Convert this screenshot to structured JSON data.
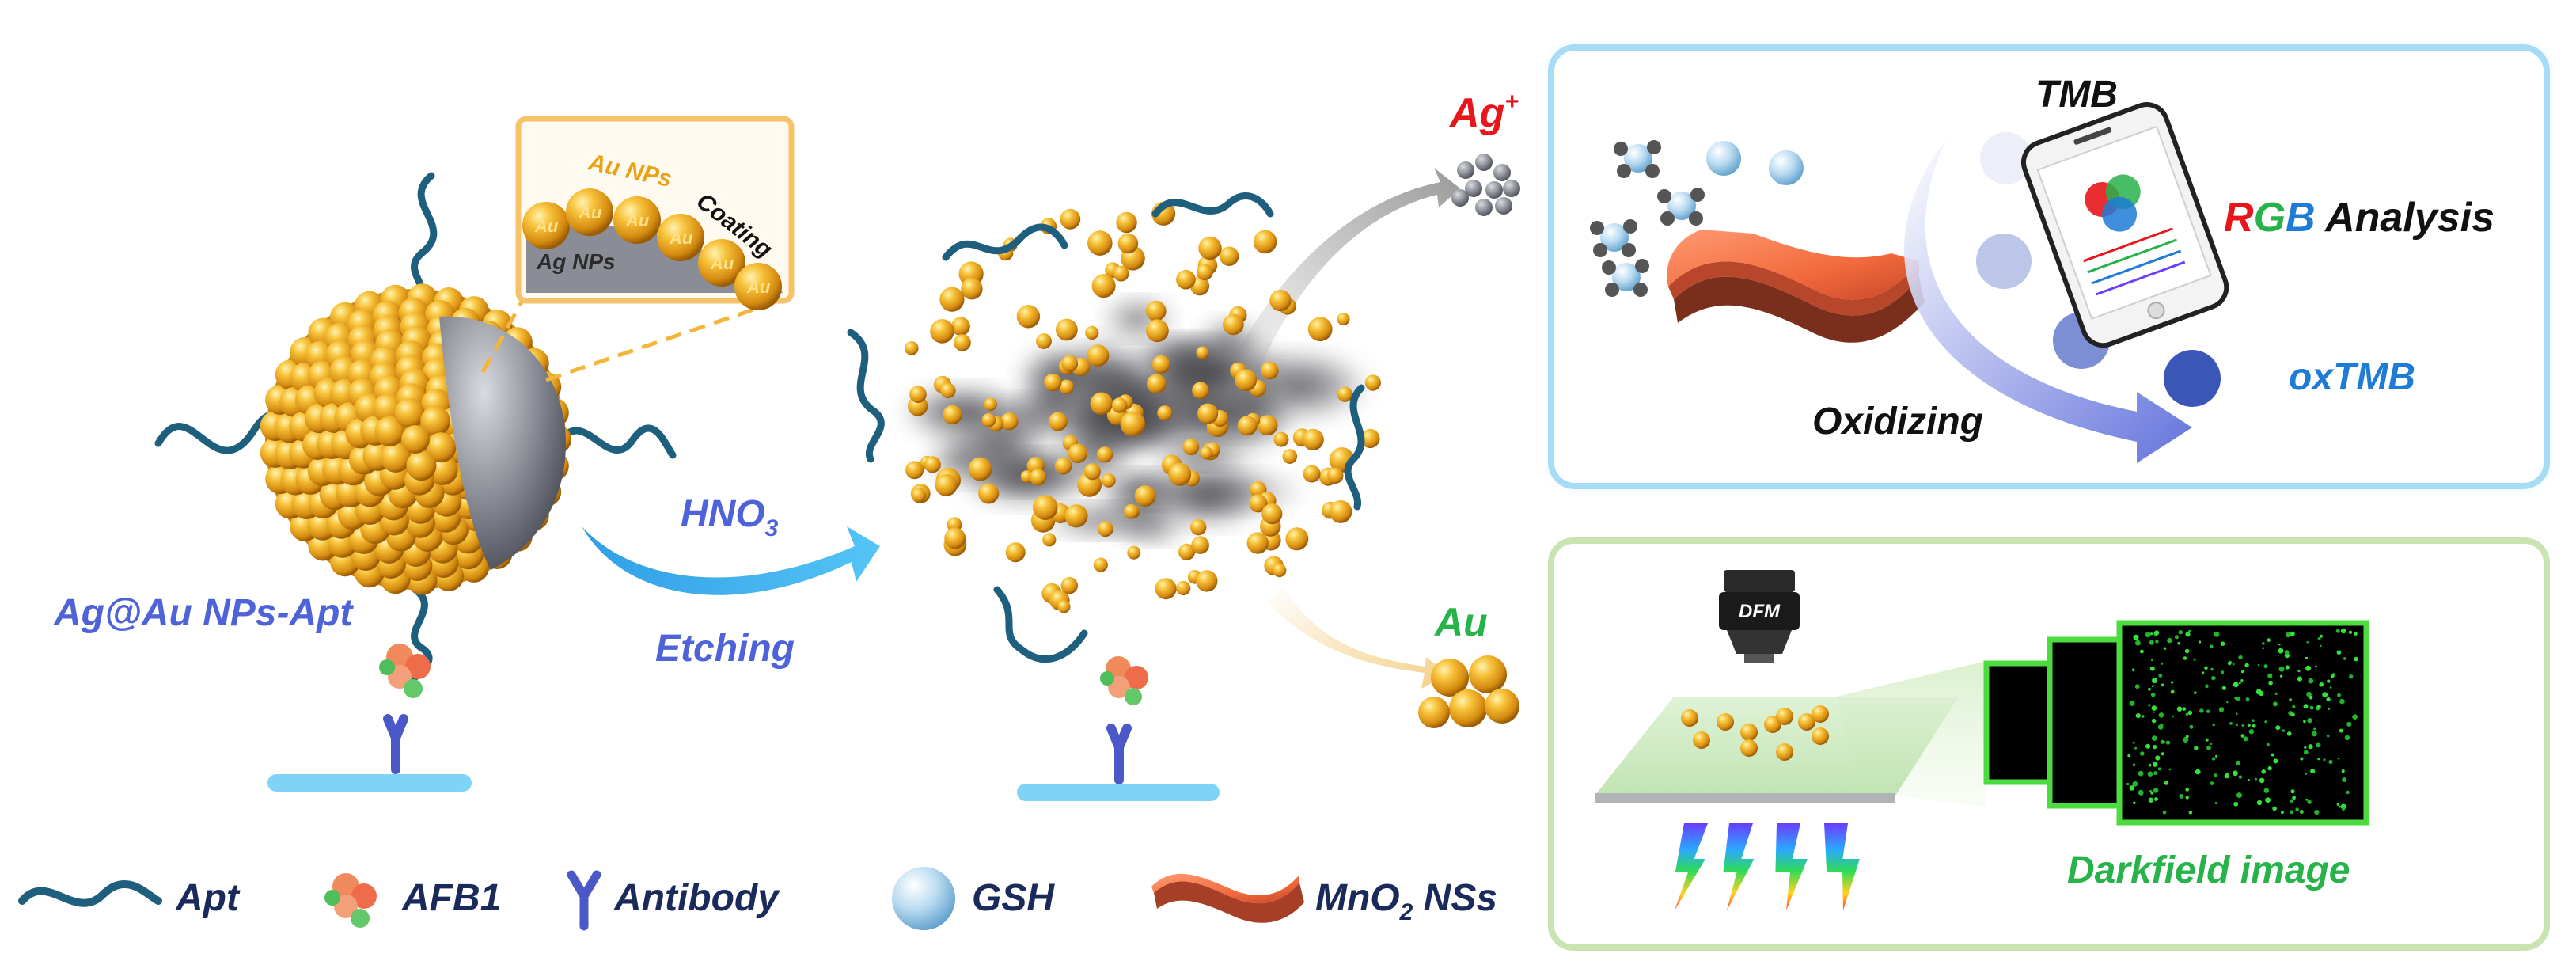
{
  "labels": {
    "ag_ion": "Ag",
    "ag_ion_sup": "+",
    "au": "Au",
    "inset_au": "Au NPs",
    "inset_coating": "Coating",
    "inset_ag": "Ag NPs",
    "au_letters": "Au",
    "probe": "Ag@Au NPs-Apt",
    "hno3_main": "HNO",
    "hno3_sub": "3",
    "etching": "Etching",
    "tmb": "TMB",
    "rgb_r": "R",
    "rgb_g": "G",
    "rgb_b": "B",
    "rgb_rest": " Analysis",
    "oxidizing": "Oxidizing",
    "oxtmb": "oxTMB",
    "dfm": "DFM",
    "darkfield": "Darkfield image"
  },
  "legend": [
    {
      "icon": "apt-wave-icon",
      "label": "Apt"
    },
    {
      "icon": "afb1-molecule-icon",
      "label": "AFB1"
    },
    {
      "icon": "antibody-icon",
      "label": "Antibody"
    },
    {
      "icon": "gsh-sphere-icon",
      "label": "GSH"
    },
    {
      "icon": "mno2-sheet-icon",
      "label": "MnO",
      "sub": "2",
      "suffix": " NSs"
    }
  ],
  "colors": {
    "gold": "#f0a81e",
    "blue_text": "#4e63d8",
    "navy_text": "#1a2a5a",
    "red": "#e8161b",
    "green": "#27b34a",
    "blue": "#1e7bd6",
    "panel_blue_border": "#8fd4f4",
    "panel_green_border": "#c9e3b1"
  }
}
